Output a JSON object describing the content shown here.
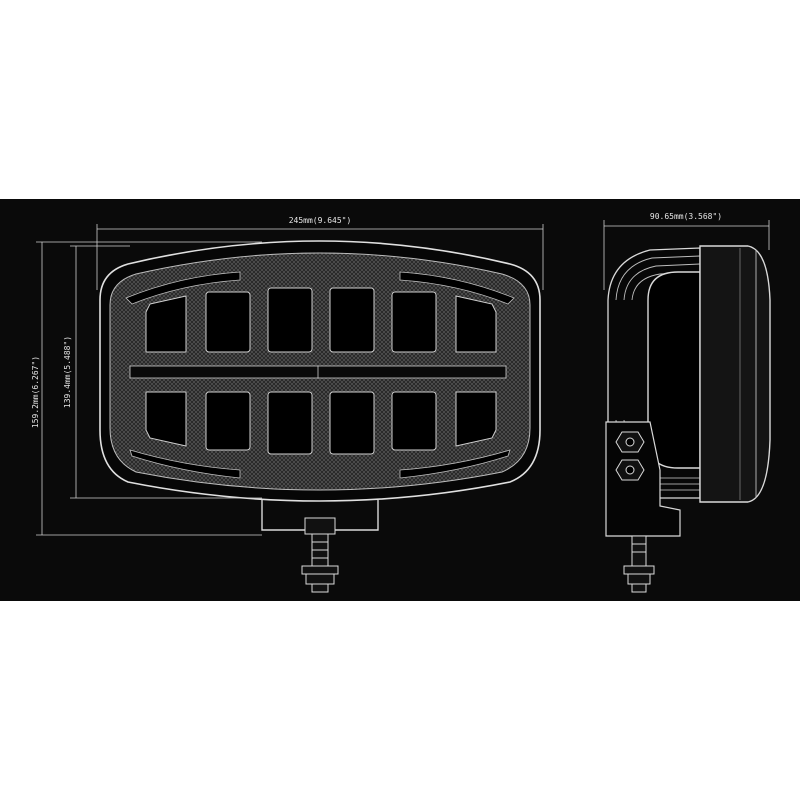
{
  "dimensions": {
    "width_label": "245mm(9.645\")",
    "height_outer_label": "159.2mm(6.267\")",
    "height_inner_label": "139.4mm(5.488\")",
    "depth_label": "90.65mm(3.568\")"
  },
  "colors": {
    "background": "#ffffff",
    "drawing_field": "#0a0a0a",
    "line": "#d9d9d9",
    "lens_fill": "#1a1a1a"
  }
}
